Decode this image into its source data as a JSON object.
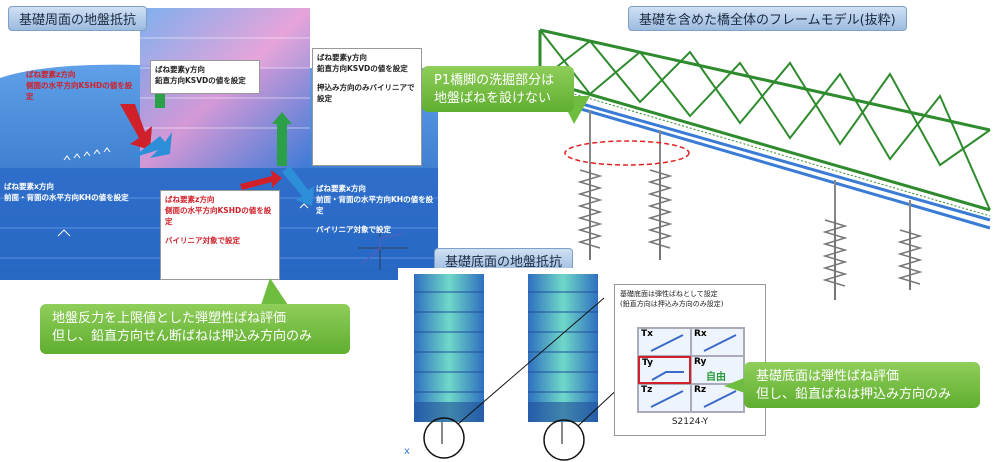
{
  "titles": {
    "side_resistance": "基礎周面の地盤抵抗",
    "full_bridge": "基礎を含めた橋全体のフレームモデル(抜粋)",
    "bottom_resistance": "基礎底面の地盤抵抗"
  },
  "side_labels": {
    "spring_z_l1": "ばね要素z方向",
    "spring_z_l2": "側面の水平方向KSHDの値を設定",
    "spring_y_l1": "ばね要素y方向",
    "spring_y_l2": "鉛直方向KSVDの値を設定",
    "spring_x_l1": "ばね要素x方向",
    "spring_x_l2": "前面・背面の水平方向KHの値を設定",
    "spring_y2_l1": "ばね要素y方向",
    "spring_y2_l2": "鉛直方向KSVDの値を設定",
    "push_only": "押込み方向のみバイリニアで設定",
    "spring_z2_l1": "ばね要素z方向",
    "spring_z2_l2": "側面の水平方向KSHDの値を設定",
    "bilinear_a": "バイリニア対象で設定",
    "spring_x2_l1": "ばね要素x方向",
    "spring_x2_l2": "前面・背面の水平方向KHの値を設定",
    "bilinear_b": "バイリニア対象で設定"
  },
  "notes": {
    "side_note_l1": "地盤反力を上限値とした弾塑性ばね評価",
    "side_note_l2": "但し、鉛直方向せん断ばねは押込み方向のみ",
    "p1_note_l1": "P1橋脚の洗掘部分は",
    "p1_note_l2": "地盤ばねを設けない",
    "bottom_note_l1": "基礎底面は弾性ばね評価",
    "bottom_note_l2": "但し、鉛直ばねは押込み方向のみ"
  },
  "bottom_table": {
    "heading_l1": "基礎底面は弾性ばねとして設定",
    "heading_l2": "(鉛直方向は押込み方向のみ設定)",
    "cells": [
      "Tx",
      "Rx",
      "Ty",
      "Ry",
      "Tz",
      "Rz"
    ],
    "free_label": "自由",
    "code": "S2124-Y"
  },
  "colors": {
    "accent_green": "#5fae2f",
    "truss_green": "#2e8b2e",
    "deck_blue": "#3a7bd5",
    "arrow_red": "#d0202a"
  }
}
